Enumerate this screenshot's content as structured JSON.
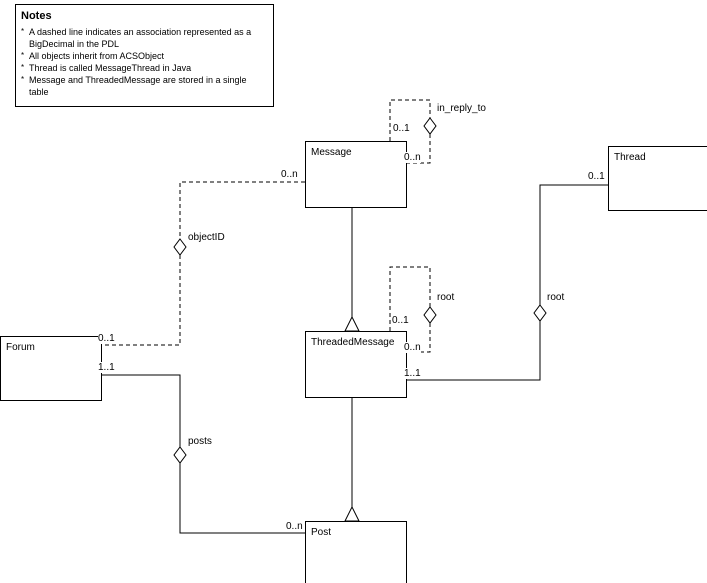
{
  "notes": {
    "title": "Notes",
    "bullet": "*",
    "items": [
      "A dashed line indicates an association represented as a BigDecimal in the PDL",
      "All objects inherit from ACSObject",
      "Thread is called MessageThread in Java",
      "Message and ThreadedMessage are stored in a single table"
    ]
  },
  "classes": {
    "message": {
      "name": "Message"
    },
    "thread": {
      "name": "Thread"
    },
    "threaded_message": {
      "name": "ThreadedMessage"
    },
    "forum": {
      "name": "Forum"
    },
    "post": {
      "name": "Post"
    }
  },
  "associations": {
    "in_reply_to": {
      "name": "in_reply_to",
      "source_mult": "0..1",
      "target_mult": "0..n"
    },
    "root_self": {
      "name": "root",
      "source_mult": "0..1",
      "target_mult": "0..n"
    },
    "root_thread": {
      "name": "root",
      "thread_mult": "0..1",
      "threaded_message_mult": "1..1"
    },
    "object_id": {
      "name": "objectID",
      "forum_mult": "0..1",
      "message_mult": "0..n"
    },
    "posts": {
      "name": "posts",
      "forum_mult": "1..1",
      "post_mult": "0..n"
    }
  },
  "colors": {
    "line": "#000000",
    "background": "#ffffff"
  }
}
